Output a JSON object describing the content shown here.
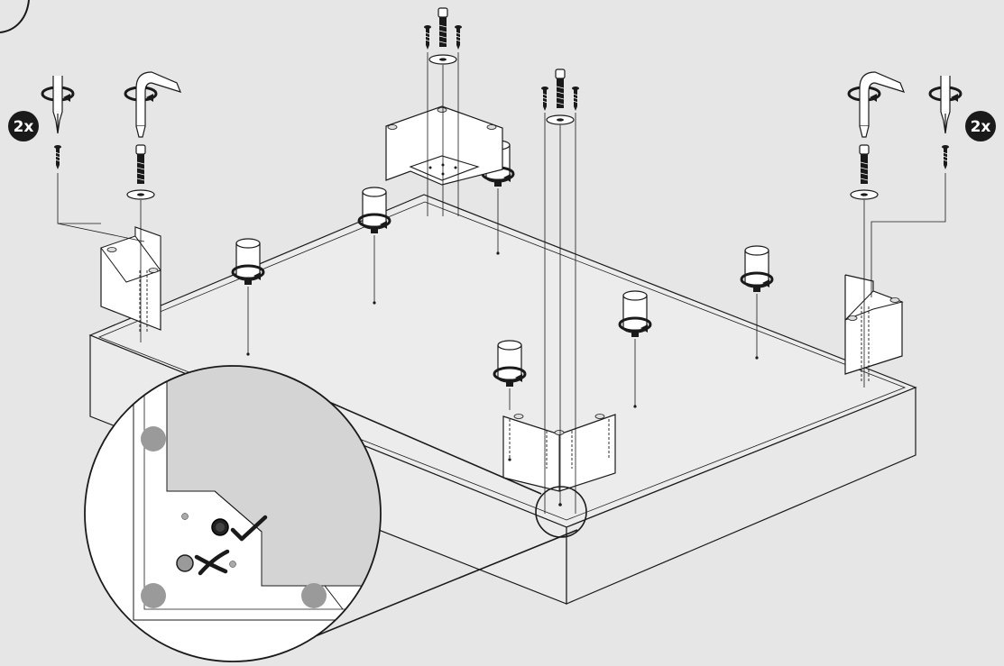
{
  "badges": {
    "left_quantity": "2x",
    "right_quantity": "2x"
  },
  "colors": {
    "background": "#e6e6e6",
    "line": "#1a1a1a",
    "part_fill": "#ffffff",
    "zoom_panel": "#d4d4d4",
    "hole_gray": "#9a9a9a"
  },
  "zoom_detail": {
    "correct_mark": "check-mark",
    "wrong_mark": "cross-mark"
  },
  "icons": [
    "screwdriver-icon",
    "allen-key-icon",
    "rotate-arrow-icon",
    "screw-icon",
    "bolt-icon",
    "washer-icon",
    "furniture-foot-icon",
    "corner-bracket-icon",
    "magnifier-circle-icon"
  ]
}
